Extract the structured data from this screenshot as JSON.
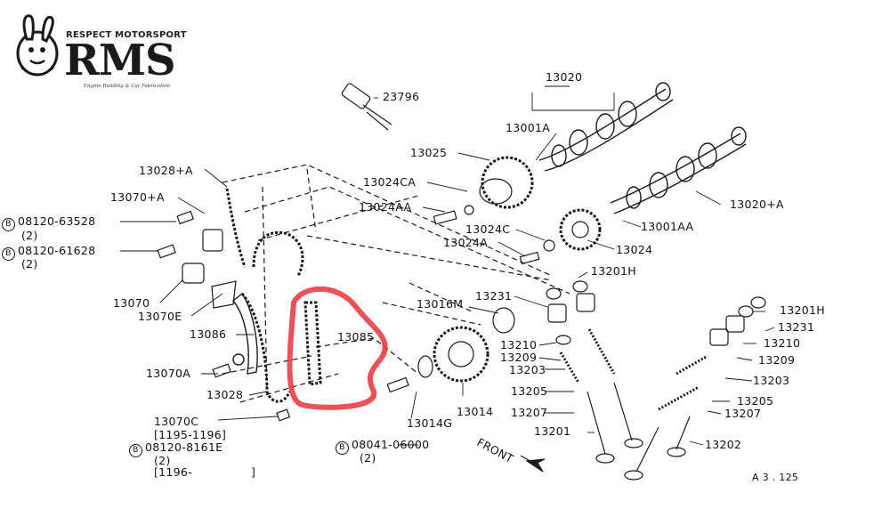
{
  "logo": {
    "top_text": "RESPECT MOTORSPORT",
    "main_text": "RMS",
    "sub_text": "Engine Building & Car Fabrication"
  },
  "labels": {
    "p13020": "13020",
    "p23796": "23796",
    "p13001A": "13001A",
    "p13025": "13025",
    "p13028A": "13028+A",
    "p13070A_top": "13070+A",
    "p13024CA": "13024CA",
    "p13024AA": "13024AA",
    "p13020A": "13020+A",
    "p13001AA": "13001AA",
    "b08120_63528": "08120-63528",
    "q2_a": "(2)",
    "b08120_61628": "08120-61628",
    "q2_b": "(2)",
    "p13024C": "13024C",
    "p13024A": "13024A",
    "p13024": "13024",
    "p13201H_mid": "13201H",
    "p13070": "13070",
    "p13070E": "13070E",
    "p13231_mid": "13231",
    "p13016M": "13016M",
    "p13201H_right": "13201H",
    "p13231_right": "13231",
    "p13086": "13086",
    "p13085": "13085",
    "p13210_mid": "13210",
    "p13210_right": "13210",
    "p13209_mid": "13209",
    "p13209_right": "13209",
    "p13203_mid": "13203",
    "p13203_right": "13203",
    "p13070A_low": "13070A",
    "p13205_mid": "13205",
    "p13205_right": "13205",
    "p13028": "13028",
    "p13014": "13014",
    "p13207_mid": "13207",
    "p13207_right": "13207",
    "p13014G": "13014G",
    "p13070C": "13070C",
    "range_1195": "[1195-1196]",
    "b08120_8161E": "08120-8161E",
    "q2_c": "(2)",
    "range_1196": "[1196-",
    "range_end": "]",
    "p13201": "13201",
    "p13202": "13202",
    "b08041_06000": "08041-06000",
    "q2_d": "(2)",
    "front": "FRONT",
    "footer": "A 3  .  125"
  },
  "bolt_marker": "B",
  "highlight_color": "#e8323a"
}
